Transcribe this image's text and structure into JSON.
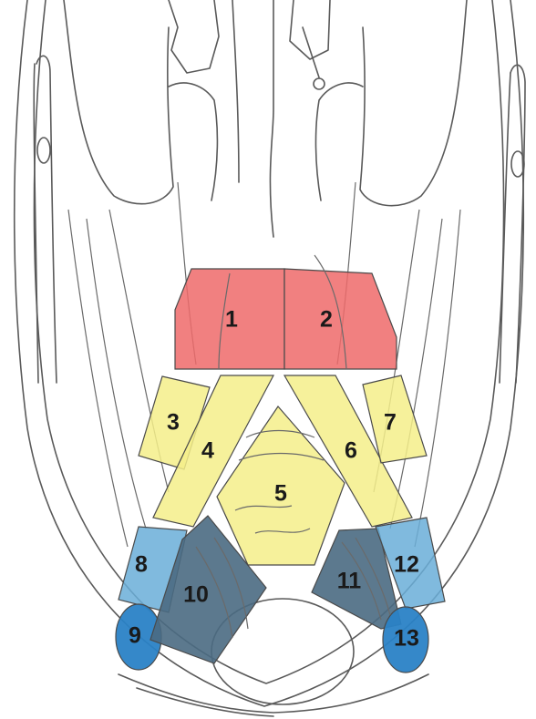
{
  "colors": {
    "red_group": "#ef6a6a",
    "yellow_group": "#f5ee8a",
    "light_blue_group": "#6aaed8",
    "slate_group": "#4a6a82",
    "dark_blue_group": "#2a82c6",
    "outline": "#5a5a5a"
  },
  "regions": [
    {
      "id": "region-1",
      "label": "1",
      "group": "red_group"
    },
    {
      "id": "region-2",
      "label": "2",
      "group": "red_group"
    },
    {
      "id": "region-3",
      "label": "3",
      "group": "yellow_group"
    },
    {
      "id": "region-4",
      "label": "4",
      "group": "yellow_group"
    },
    {
      "id": "region-5",
      "label": "5",
      "group": "yellow_group"
    },
    {
      "id": "region-6",
      "label": "6",
      "group": "yellow_group"
    },
    {
      "id": "region-7",
      "label": "7",
      "group": "yellow_group"
    },
    {
      "id": "region-8",
      "label": "8",
      "group": "light_blue_group"
    },
    {
      "id": "region-9",
      "label": "9",
      "group": "dark_blue_group"
    },
    {
      "id": "region-10",
      "label": "10",
      "group": "slate_group"
    },
    {
      "id": "region-11",
      "label": "11",
      "group": "slate_group"
    },
    {
      "id": "region-12",
      "label": "12",
      "group": "light_blue_group"
    },
    {
      "id": "region-13",
      "label": "13",
      "group": "dark_blue_group"
    }
  ]
}
